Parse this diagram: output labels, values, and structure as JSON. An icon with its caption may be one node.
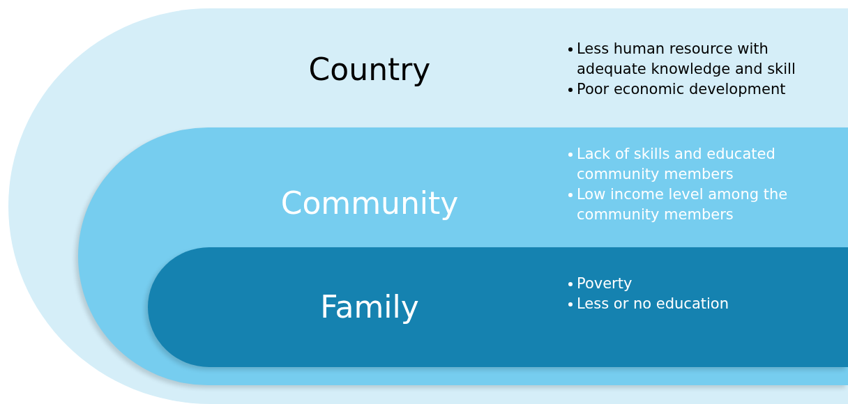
{
  "diagram": {
    "nodes": [
      {
        "text": [
          "Country",
          "Less human resource with adequate knowledge and skill",
          "Poor economic development"
        ]
      },
      {
        "text": [
          "Community",
          "Lack of skills and educated community members",
          "Low income level among the community members"
        ],
        "in": 0
      },
      {
        "text": [
          "Family",
          "Poverty",
          "Less or no education"
        ],
        "in": 1
      }
    ],
    "edges": []
  }
}
